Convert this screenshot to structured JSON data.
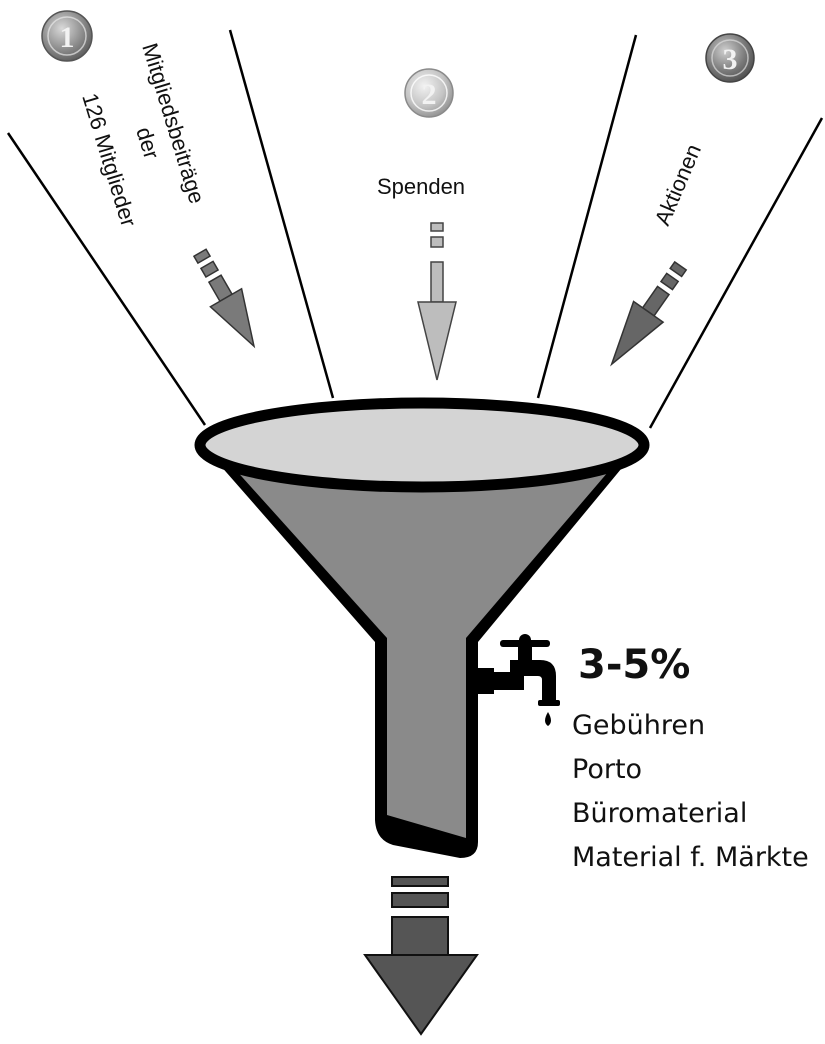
{
  "sources": [
    {
      "number": "1",
      "label_line1": "Mitgliedsbeiträge",
      "label_line2": "der",
      "label_line3": "126 Mitglieder"
    },
    {
      "number": "2",
      "label": "Spenden"
    },
    {
      "number": "3",
      "label": "Aktionen"
    }
  ],
  "costs": {
    "percentage": "3-5%",
    "items": [
      "Gebühren",
      "Porto",
      "Büromaterial",
      "Material f. Märkte"
    ]
  },
  "colors": {
    "funnel_fill": "#8a8a8a",
    "funnel_rim": "#d4d4d4",
    "outline": "#000000",
    "arrow_1": "#7a7a7a",
    "arrow_2": "#bdbdbd",
    "arrow_3": "#666666",
    "output_arrow": "#555555"
  }
}
